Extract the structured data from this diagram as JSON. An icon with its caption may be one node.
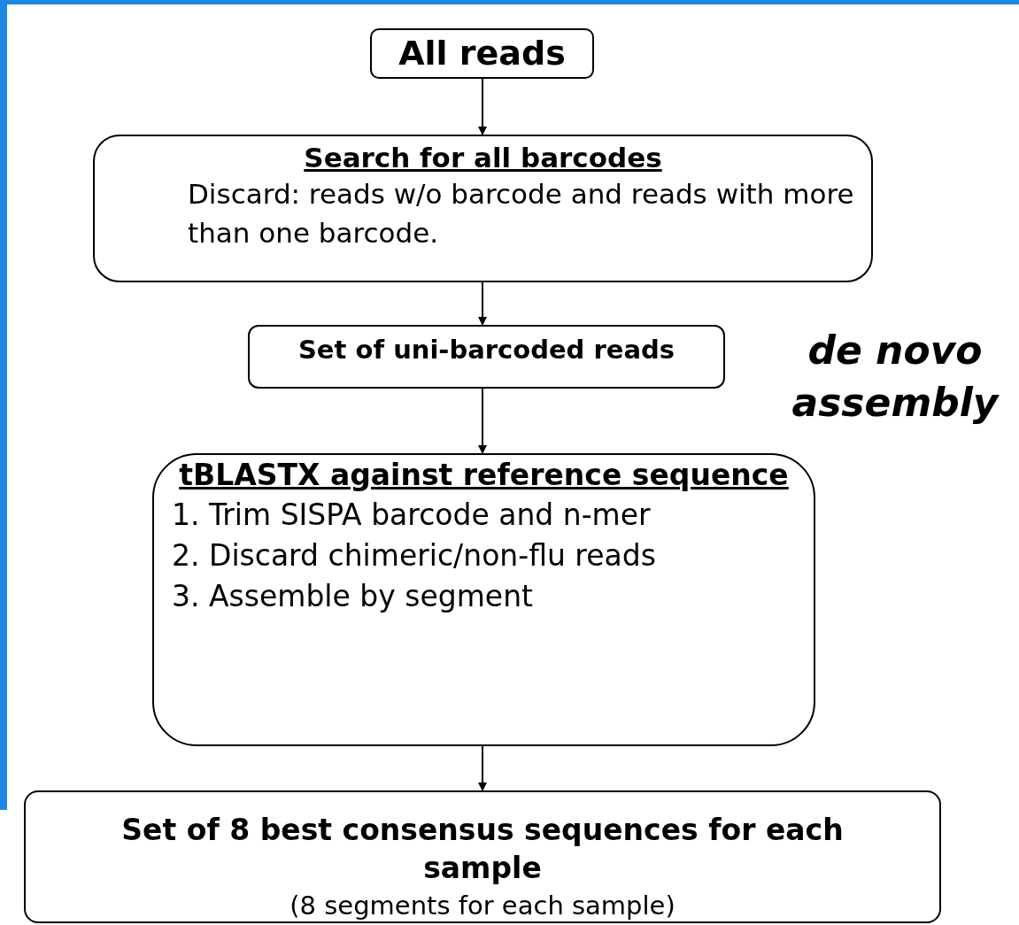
{
  "diagram": {
    "nodes": [
      {
        "text": [
          "All reads"
        ]
      },
      {
        "text": [
          "Search for all barcodes",
          "Discard: reads w/o barcode and reads with more than one barcode."
        ]
      },
      {
        "text": [
          "Set of uni-barcoded reads"
        ]
      },
      {
        "text": [
          "tBLASTX against reference sequence",
          "1. Trim SISPA barcode and n-mer",
          "2. Discard chimeric/non-flu reads",
          "3. Assemble by segment"
        ]
      },
      {
        "text": [
          "Set of 8 best consensus sequences for each sample",
          "(8 segments for each sample)"
        ]
      }
    ],
    "edges": [
      {
        "from": 0,
        "to": 1,
        "arrow": "to"
      },
      {
        "from": 1,
        "to": 2,
        "arrow": "to"
      },
      {
        "from": 2,
        "to": 3,
        "arrow": "to"
      },
      {
        "from": 3,
        "to": 4,
        "arrow": "to"
      }
    ],
    "labels": [
      "de novo assembly"
    ]
  }
}
